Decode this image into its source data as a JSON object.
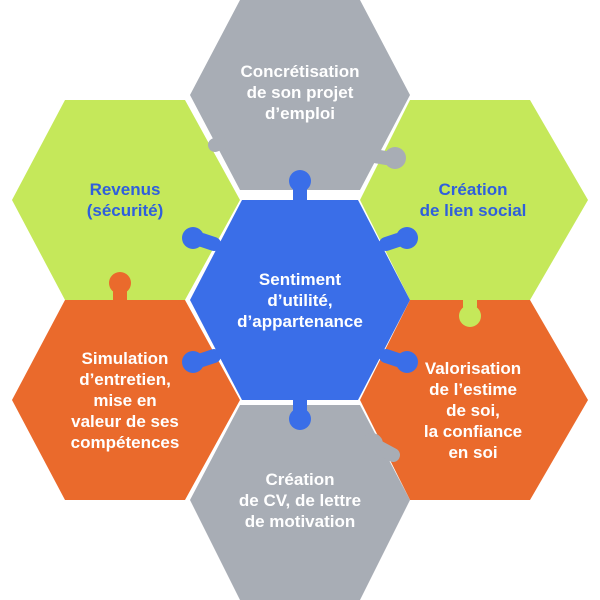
{
  "colors": {
    "center": "#3a6ee8",
    "gray": "#a8adb5",
    "green": "#c5e85a",
    "orange": "#ea6a2c",
    "blue_text": "#2f5fdc"
  },
  "hexagons": {
    "center": {
      "lines": [
        "Sentiment",
        "d’utilité,",
        "d’appartenance"
      ]
    },
    "top": {
      "lines": [
        "Concrétisation",
        "de son projet",
        "d’emploi"
      ]
    },
    "top_right": {
      "lines": [
        "Création",
        "de lien social"
      ]
    },
    "bottom_right": {
      "lines": [
        "Valorisation",
        "de l’estime",
        "de soi,",
        "la confiance",
        "en soi"
      ]
    },
    "bottom": {
      "lines": [
        "Création",
        "de CV, de lettre",
        "de motivation"
      ]
    },
    "bottom_left": {
      "lines": [
        "Simulation",
        "d’entretien,",
        "mise en",
        "valeur de ses",
        "compétences"
      ]
    },
    "top_left": {
      "lines": [
        "Revenus",
        "(sécurité)"
      ]
    }
  }
}
